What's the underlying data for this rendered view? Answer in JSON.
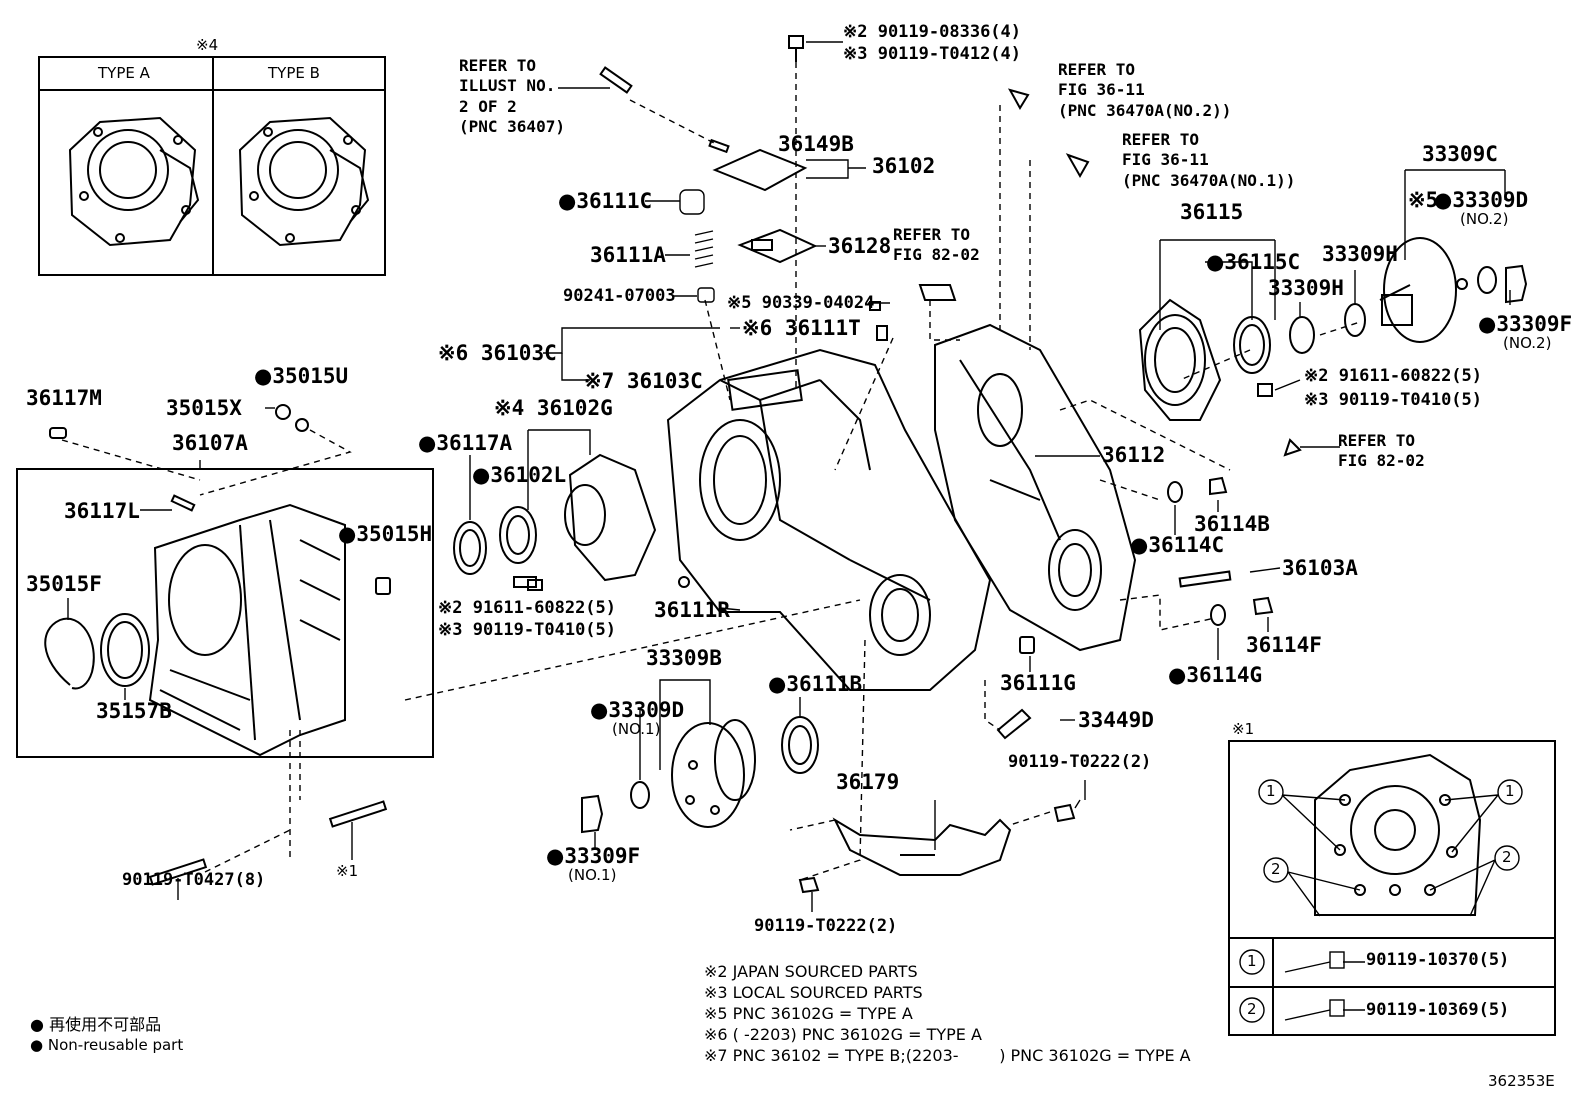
{
  "diagram_id": "362353E",
  "type_box": {
    "mark": "※4",
    "type_a": "TYPE A",
    "type_b": "TYPE B"
  },
  "detail_box": {
    "mark": "※1",
    "circle_1": "1",
    "circle_2": "2",
    "bolt_1_circle": "1",
    "bolt_1_part": "90119-10370(5)",
    "bolt_2_circle": "2",
    "bolt_2_part": "90119-10369(5)"
  },
  "references": {
    "illust": "REFER TO\nILLUST NO.\n2 OF 2\n(PNC 36407)",
    "fig_36_11_no2": "REFER TO\nFIG 36-11\n(PNC 36470A(NO.2))",
    "fig_36_11_no1": "REFER TO\nFIG 36-11\n(PNC 36470A(NO.1))",
    "fig_82_02_top": "REFER TO\nFIG 82-02",
    "fig_82_02_right": "REFER TO\nFIG 82-02"
  },
  "parts": {
    "p_90119_08336": "※2 90119-08336(4)",
    "p_90119_t0412": "※3 90119-T0412(4)",
    "p_36149b": "36149B",
    "p_36102": "36102",
    "p_36111c": "36111C",
    "p_36111a": "36111A",
    "p_36128": "36128",
    "p_90241": "90241-07003",
    "p_90339": "※5 90339-04024",
    "p_36111t": "※6 36111T",
    "p_36103c_6": "※6 36103C",
    "p_36103c_7": "※7 36103C",
    "p_36102g": "※4 36102G",
    "p_35015u": "35015U",
    "p_35015x": "35015X",
    "p_36117m": "36117M",
    "p_36107a": "36107A",
    "p_36117l": "36117L",
    "p_35015h": "35015H",
    "p_35015f": "35015F",
    "p_35157b": "35157B",
    "p_36117a": "36117A",
    "p_36102l": "36102L",
    "p_91611_left": "※2 91611-60822(5)",
    "p_90119_t0410_left": "※3 90119-T0410(5)",
    "p_36111r": "36111R",
    "p_33309b": "33309B",
    "p_33309d_no1": "33309D",
    "p_no1_a": "(NO.1)",
    "p_33309f_no1": "33309F",
    "p_no1_b": "(NO.1)",
    "p_36111b": "36111B",
    "p_36179": "36179",
    "p_90119_t0222_top": "90119-T0222(2)",
    "p_90119_t0222_bot": "90119-T0222(2)",
    "p_90119_t0427": "90119-T0427(8)",
    "p_mark1": "※1",
    "p_36112": "36112",
    "p_36115": "36115",
    "p_36115c": "36115C",
    "p_33309c": "33309C",
    "p_33309d_no2": "33309D",
    "p_mark5": "※5",
    "p_no2_a": "(NO.2)",
    "p_33309h_a": "33309H",
    "p_33309h_b": "33309H",
    "p_33309f_no2": "33309F",
    "p_no2_b": "(NO.2)",
    "p_91611_right": "※2 91611-60822(5)",
    "p_90119_t0410_right": "※3 90119-T0410(5)",
    "p_36114b": "36114B",
    "p_36114c": "36114C",
    "p_36103a": "36103A",
    "p_36114f": "36114F",
    "p_36111g": "36111G",
    "p_36114g": "36114G",
    "p_33449d": "33449D"
  },
  "notes": [
    "※2 JAPAN SOURCED PARTS",
    "※3 LOCAL SOURCED PARTS",
    "※5 PNC 36102G = TYPE A",
    "※6 (        -2203) PNC 36102G = TYPE A",
    "※7 PNC 36102 = TYPE B;(2203-        ) PNC 36102G = TYPE A"
  ],
  "legend": {
    "jp": "再使用不可部品",
    "en": "Non-reusable part"
  }
}
